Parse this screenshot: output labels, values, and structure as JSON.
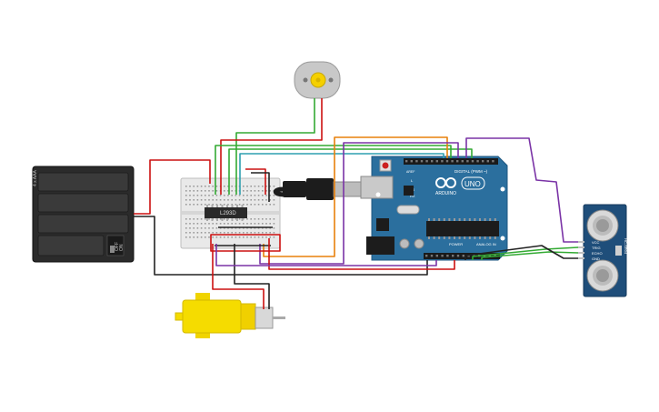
{
  "canvas": {
    "background": "#ffffff"
  },
  "components": {
    "battery": {
      "label": "4 x AAA",
      "switch_off": "OFF",
      "switch_on": "ON",
      "body_color": "#2b2b2b"
    },
    "breadboard": {
      "color": "#e9e9e9"
    },
    "driver_ic": {
      "label": "L293D",
      "color": "#2a2a2a"
    },
    "dc_motor": {
      "color": "#c8c8c8",
      "hub_color": "#f5d000"
    },
    "gear_motor": {
      "color": "#f5dc00"
    },
    "arduino": {
      "board_color": "#2b6f9e",
      "model": "UNO",
      "brand": "ARDUINO",
      "digital_label": "DIGITAL (PWM ~)",
      "power_label": "POWER",
      "analog_label": "ANALOG IN",
      "led_l": "L",
      "led_tx": "TX",
      "led_rx": "RX",
      "aref_label": "AREF"
    },
    "ultrasonic": {
      "label": "HC-SR04",
      "board_color": "#1f4e7a",
      "pins": [
        "VCC",
        "TRIG",
        "ECHO",
        "GND"
      ]
    }
  },
  "wire_colors": {
    "red": "#cc1111",
    "black": "#222222",
    "green": "#33aa33",
    "orange": "#e8800c",
    "purple": "#7a33a6",
    "teal": "#2f9fb0"
  }
}
